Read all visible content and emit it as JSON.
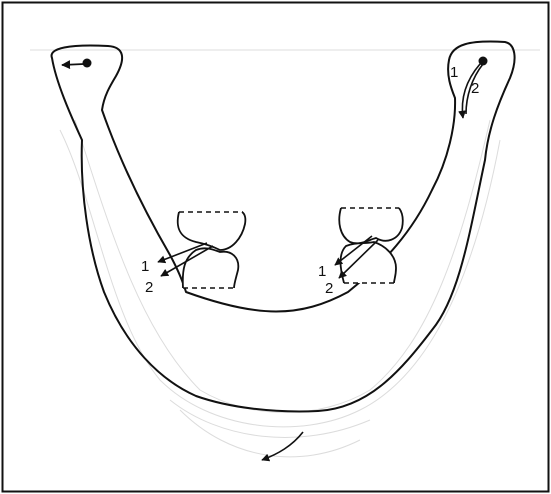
{
  "labels": {
    "left_tooth_1": "1",
    "left_tooth_2": "2",
    "right_tooth_1": "1",
    "right_tooth_2": "2",
    "right_condyle_1": "1",
    "right_condyle_2": "2"
  },
  "colors": {
    "ink": "#111111",
    "faint": "#d8d8d8",
    "background": "#ffffff"
  }
}
